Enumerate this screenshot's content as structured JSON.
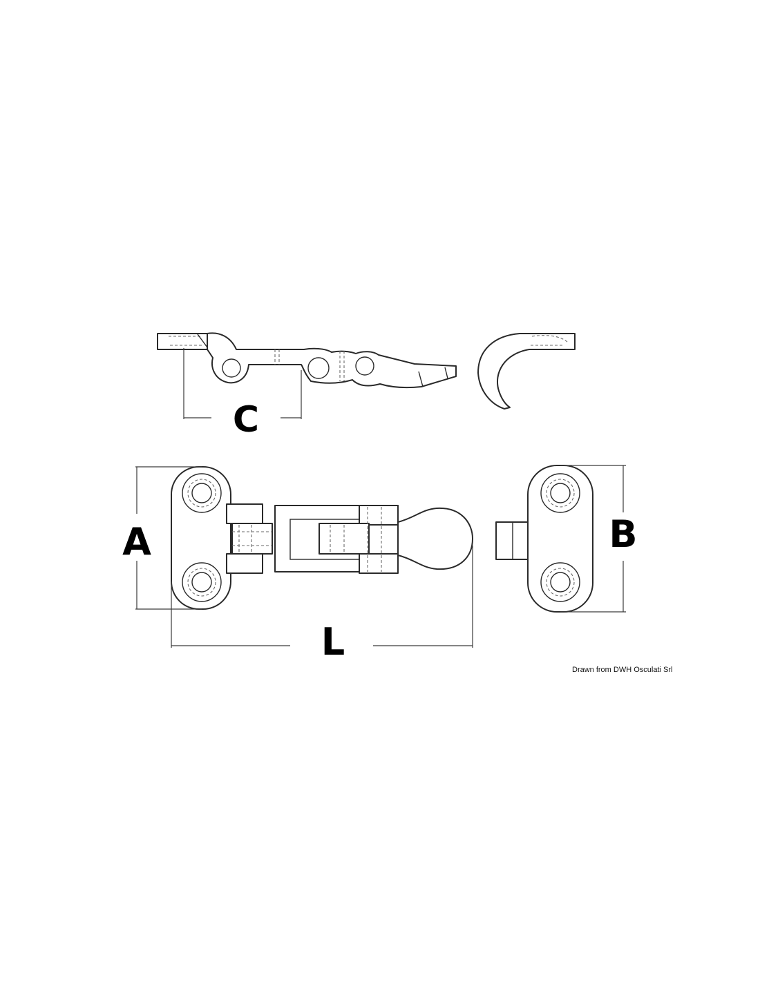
{
  "dimensions": {
    "a": "A",
    "b": "B",
    "c": "C",
    "l": "L"
  },
  "credit": "Drawn from DWH Osculati Srl",
  "colors": {
    "line": "#2a2a2a",
    "background": "#ffffff"
  }
}
